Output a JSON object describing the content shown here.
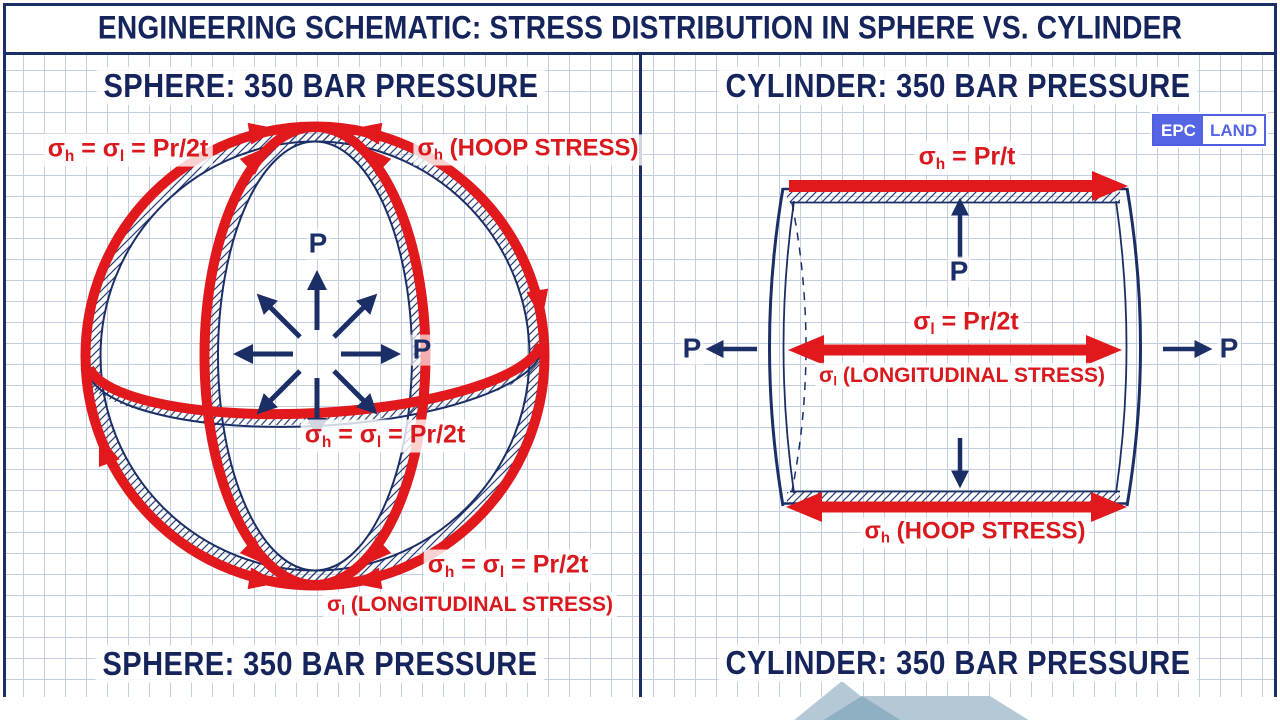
{
  "title": "ENGINEERING SCHEMATIC: STRESS DISTRIBUTION IN SPHERE VS. CYLINDER",
  "colors": {
    "navy": "#1b2f66",
    "red": "#d9191d",
    "grid_line": "#c3cfe0",
    "logo_blue": "#5565e6"
  },
  "sphere": {
    "header": "SPHERE: 350 BAR PRESSURE",
    "footer": "SPHERE: 350 BAR PRESSURE",
    "formula_top": "σ~h~ = σ~l~ = Pr/2t",
    "hoop_label": "σ~h~ (HOOP STRESS)",
    "formula_equator": "σ~h~ = σ~l~ = Pr/2t",
    "formula_bottom": "σ~h~ = σ~l~ = Pr/2t",
    "longitudinal_label": "σ~l~ (LONGITUDINAL STRESS)",
    "pressure_top": "P",
    "pressure_right": "P"
  },
  "cylinder": {
    "header": "CYLINDER: 350 BAR PRESSURE",
    "footer": "CYLINDER: 350 BAR PRESSURE",
    "formula_hoop": "σ~h~ = Pr/t",
    "formula_longitudinal": "σ~l~ = Pr/2t",
    "longitudinal_label": "σ~l~ (LONGITUDINAL STRESS)",
    "hoop_label": "σ~h~ (HOOP STRESS)",
    "pressure_top": "P",
    "pressure_left": "P",
    "pressure_right": "P"
  },
  "logo": {
    "part1": "EPC",
    "part2": "LAND"
  }
}
